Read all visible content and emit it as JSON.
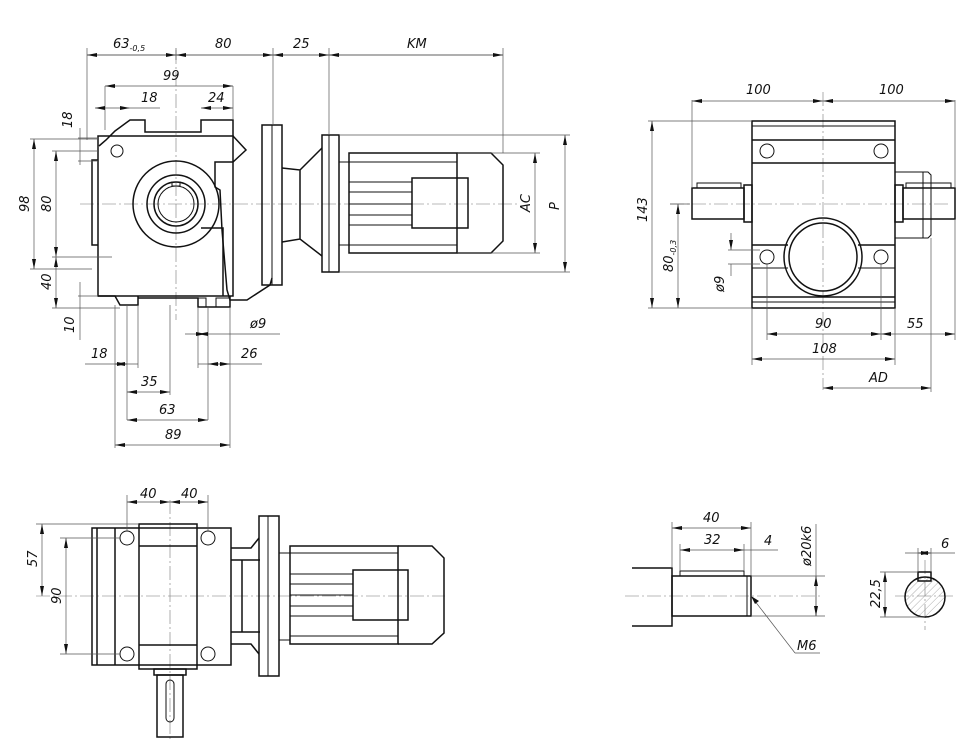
{
  "drawing": {
    "title": "Worm gear motor dimensional drawing",
    "front_view": {
      "top_dims": {
        "d1": "63",
        "d1_tol": "-0,5",
        "d2": "80",
        "d3": "25",
        "d4": "KM"
      },
      "d99": "99",
      "d18_top": "18",
      "d24": "24",
      "left_dims": {
        "d18": "18",
        "d98": "98",
        "d80": "80",
        "d40": "40",
        "d10": "10"
      },
      "bottom_dims": {
        "d18": "18",
        "d35": "35",
        "d63": "63",
        "d89": "89",
        "d26": "26",
        "phi9": "ø9"
      },
      "right_dims": {
        "ac": "AC",
        "p": "P"
      }
    },
    "side_view": {
      "d100_left": "100",
      "d100_right": "100",
      "d143": "143",
      "d80": "80",
      "d80_tol": "-0,3",
      "phi9": "ø9",
      "d90": "90",
      "d55": "55",
      "d108": "108",
      "ad": "AD"
    },
    "top_view": {
      "d40_left": "40",
      "d40_right": "40",
      "d57": "57",
      "d90": "90"
    },
    "shaft_detail": {
      "d40": "40",
      "d32": "32",
      "d4": "4",
      "phi20": "ø20k6",
      "m6": "M6"
    },
    "shaft_section": {
      "d6": "6",
      "d22_5": "22,5"
    }
  }
}
